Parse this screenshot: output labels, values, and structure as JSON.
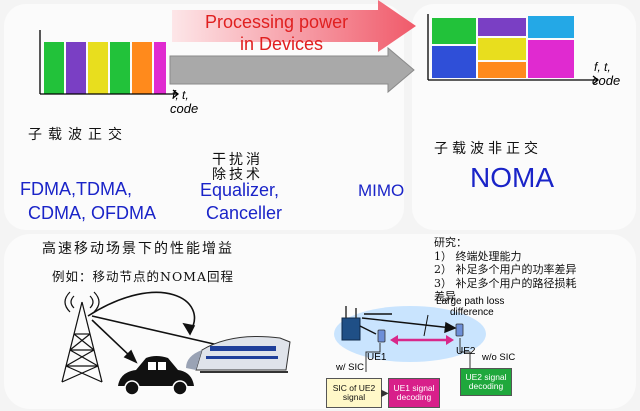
{
  "top_left": {
    "arrow_label_line1": "Processing power",
    "arrow_label_line2": "in Devices",
    "axis_label_line1": "f, t,",
    "axis_label_line2": "code",
    "heading": "子载波正交",
    "access_line1": "FDMA,TDMA,",
    "access_line2": "CDMA, OFDMA",
    "interference_cn_line1": "干扰消",
    "interference_cn_line2": "除技术",
    "interference_en_line1": "Equalizer,",
    "interference_en_line2": "Canceller",
    "mimo": "MIMO"
  },
  "top_right": {
    "axis_label_line1": "f, t,",
    "axis_label_line2": "code",
    "heading": "子载波非正交",
    "noma": "NOMA"
  },
  "bottom": {
    "heading": "高速移动场景下的性能增益",
    "example": "例如：移动节点的NOMA回程",
    "research_title": "研究：",
    "research_items": [
      "1） 终端处理能力",
      "2） 补足多个用户的功率差异",
      "3） 补足多个用户的路径损耗",
      "差异"
    ],
    "path_loss_line1": "Large path loss",
    "path_loss_line2": "difference",
    "ue1": "UE1",
    "ue2": "UE2",
    "w_sic": "w/ SIC",
    "wo_sic": "w/o SIC",
    "sic_box_line1": "SIC of UE2",
    "sic_box_line2": "signal",
    "ue1_decode_line1": "UE1 signal",
    "ue1_decode_line2": "decoding",
    "ue2_decode_line1": "UE2 signal",
    "ue2_decode_line2": "decoding"
  },
  "colors": {
    "green": "#22c23a",
    "purple": "#7a3fc4",
    "yellow": "#e8de1e",
    "orange": "#ff8a1c",
    "blue": "#2f4fd8",
    "magenta": "#e02ad0",
    "cyan": "#24a8e6",
    "red_arrow": "#f05a6a",
    "text_blue": "#1a24c8"
  }
}
